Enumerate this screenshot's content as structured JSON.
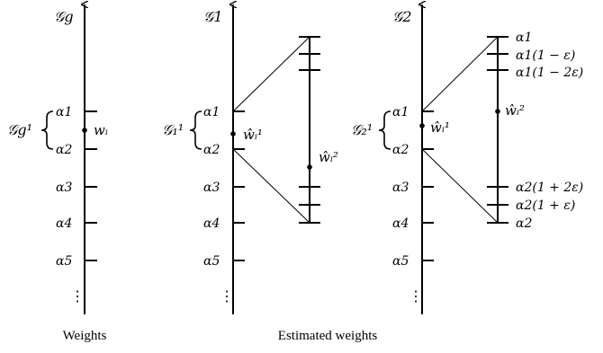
{
  "diagram": {
    "panels": [
      {
        "group_label": "𝒢g",
        "ticks": [
          "α1",
          "α2",
          "α3",
          "α4",
          "α5"
        ],
        "dots": "⋮",
        "bracket_label": "𝒢g¹",
        "point_label": "wᵢ"
      },
      {
        "group_label": "𝒢1",
        "ticks": [
          "α1",
          "α2",
          "α3",
          "α4",
          "α5"
        ],
        "dots": "⋮",
        "bracket_label": "𝒢₁¹",
        "point_label": "ŵᵢ¹",
        "zoom_point_label": "ŵᵢ²"
      },
      {
        "group_label": "𝒢2",
        "ticks": [
          "α1",
          "α2",
          "α3",
          "α4",
          "α5"
        ],
        "dots": "⋮",
        "bracket_label": "𝒢₂¹",
        "point_label": "ŵᵢ¹",
        "zoom_point_label": "ŵᵢ²",
        "zoom_tick_labels": [
          "α1",
          "α1(1 − ε)",
          "α1(1 − 2ε)",
          "α2(1 + 2ε)",
          "α2(1 + ε)",
          "α2"
        ]
      }
    ],
    "captions": [
      "Weights",
      "Estimated weights"
    ]
  }
}
